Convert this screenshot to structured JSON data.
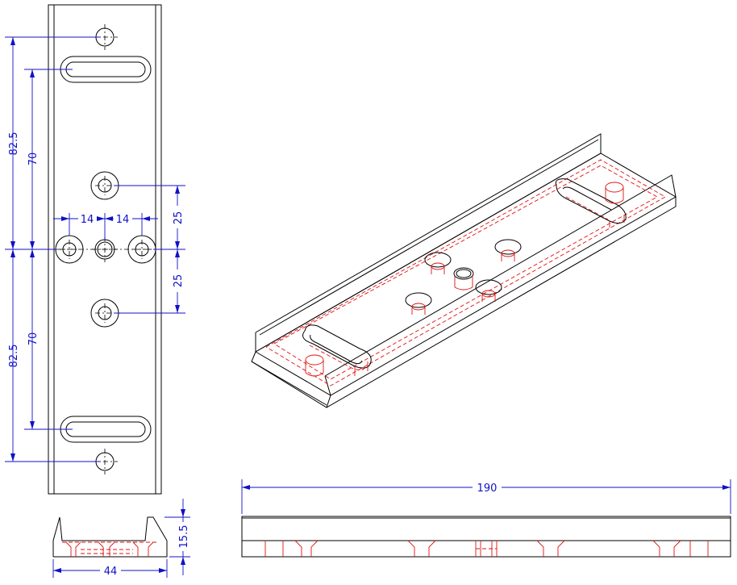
{
  "colors": {
    "background": "#ffffff",
    "object_lines": "#000000",
    "hidden_lines": "#e01010",
    "dimension_lines": "#1010c8"
  },
  "dimensions": {
    "total_length": "190",
    "width": "44",
    "height": "15.5",
    "left_slot_to_center_top": "82.5",
    "left_hole_to_center_top": "70",
    "left_slot_to_center_bottom": "82.5",
    "left_hole_to_center_bottom": "70",
    "hole_offset_left": "14",
    "hole_offset_right": "14",
    "upper_hole_offset": "25",
    "lower_hole_offset": "25"
  }
}
